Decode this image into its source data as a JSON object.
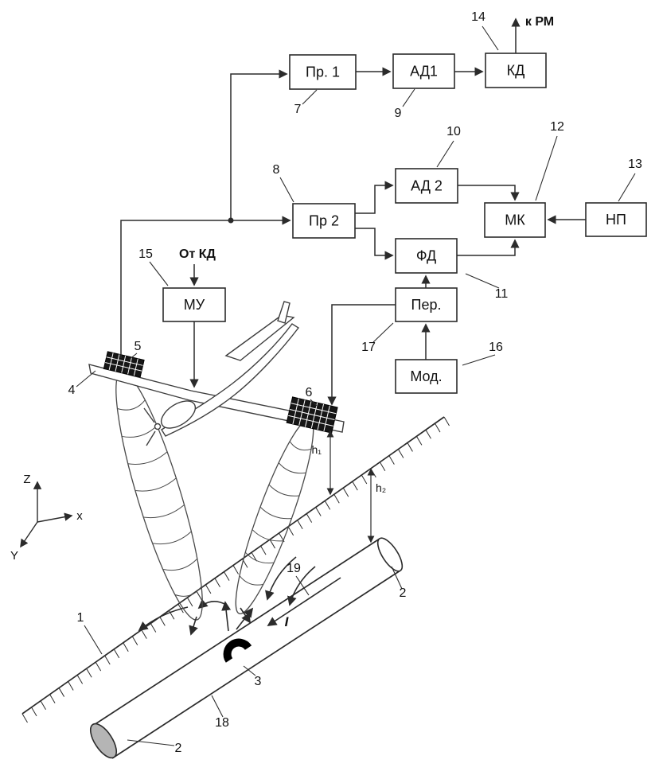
{
  "blocks": {
    "pr1": "Пр. 1",
    "ad1": "АД1",
    "kd": "КД",
    "pr2": "Пр 2",
    "ad2": "АД 2",
    "mk": "МК",
    "np": "НП",
    "fd": "ФД",
    "per": "Пер.",
    "mod": "Мод.",
    "mu": "МУ"
  },
  "labels": {
    "n1": "1",
    "n2": "2",
    "n3": "3",
    "n4": "4",
    "n5": "5",
    "n6": "6",
    "n7": "7",
    "n8": "8",
    "n9": "9",
    "n10": "10",
    "n11": "11",
    "n12": "12",
    "n13": "13",
    "n14": "14",
    "n15": "15",
    "n16": "16",
    "n17": "17",
    "n18": "18",
    "n19": "19",
    "to_rm": "к РМ",
    "from_kd": "От КД",
    "h1": "h₁",
    "h2": "h₂",
    "current": "I",
    "axis_z": "Z",
    "axis_x": "x",
    "axis_y": "Y"
  },
  "colors": {
    "line": "#2b2b2b",
    "pipe_end": "#b5b5b5",
    "antenna": "#161616"
  }
}
